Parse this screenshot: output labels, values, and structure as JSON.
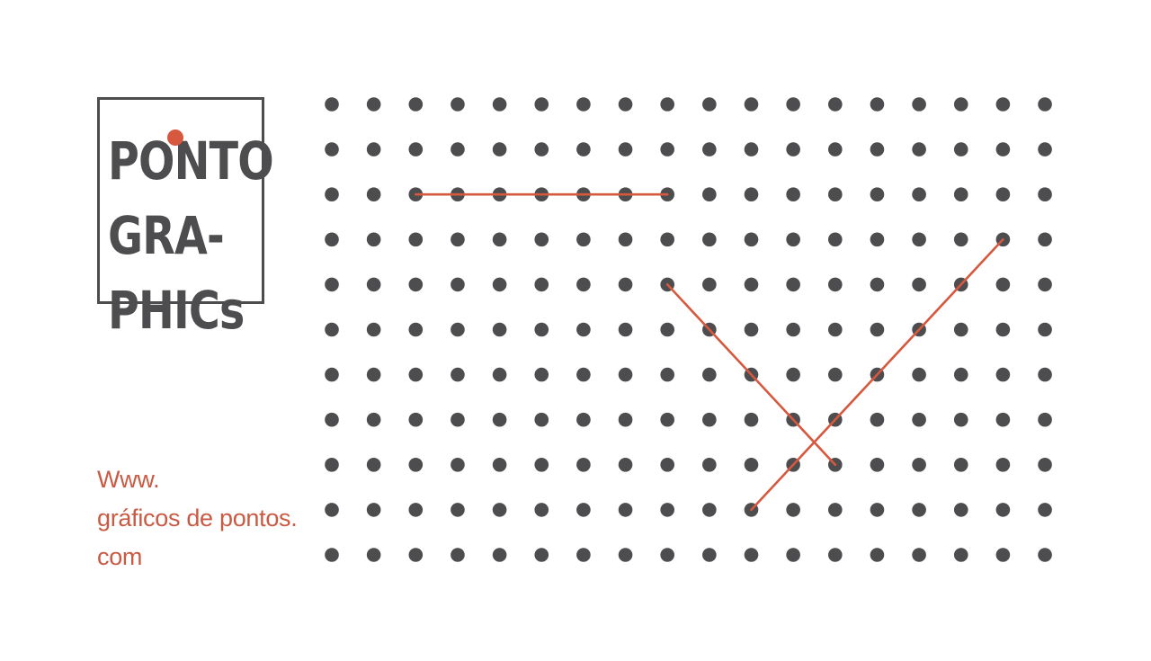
{
  "logo": {
    "lines": [
      "PONTO",
      "GRA-",
      "PHICs"
    ],
    "text_color": "#4d4d4f",
    "dot_color": "#d6583f"
  },
  "url": {
    "lines": [
      "Www.",
      "gráficos de pontos.",
      "com"
    ],
    "color": "#c95a44"
  },
  "dot_grid": {
    "columns": 18,
    "rows": 11,
    "dot_color": "#4d4d4f"
  },
  "drawn_lines": {
    "color": "#d6583f",
    "segments": [
      {
        "from": [
          3,
          3
        ],
        "to": [
          9,
          3
        ]
      },
      {
        "from": [
          9,
          5
        ],
        "to": [
          13,
          9
        ]
      },
      {
        "from": [
          17,
          4
        ],
        "to": [
          11,
          10
        ]
      }
    ]
  }
}
